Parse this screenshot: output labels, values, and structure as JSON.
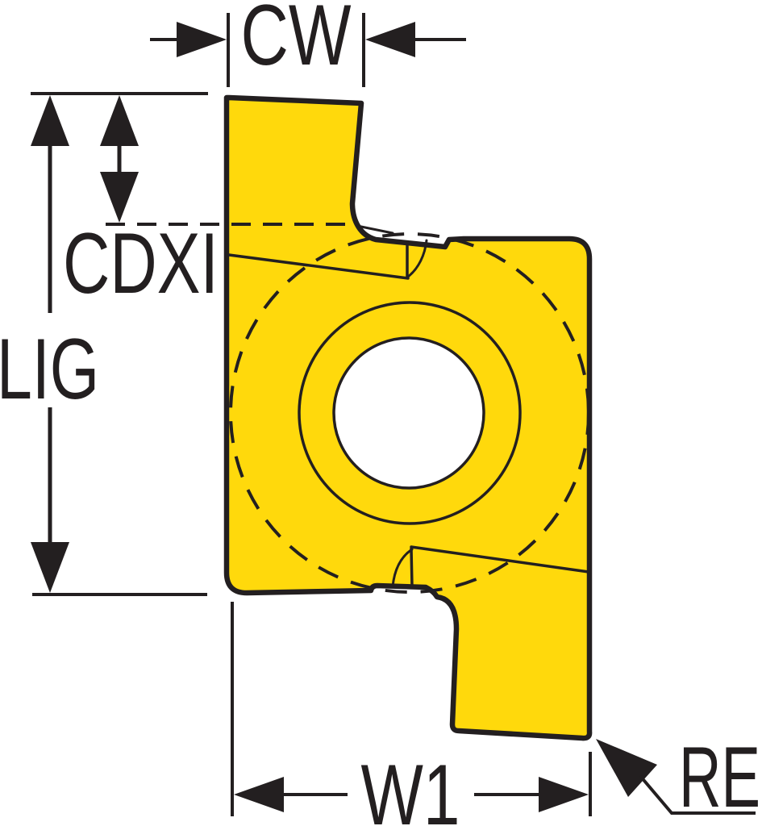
{
  "drawing": {
    "subject": "grooving-insert-front-view-dimension-drawing",
    "labels": {
      "cw": "CW",
      "cdxi": "CDXI",
      "lig": "LIG",
      "w1": "W1",
      "re": "RE"
    },
    "colors": {
      "insert_fill": "#FFD90C",
      "hole_fill": "#FFFFFF",
      "line": "#231F20",
      "background": "#FFFFFF"
    }
  }
}
